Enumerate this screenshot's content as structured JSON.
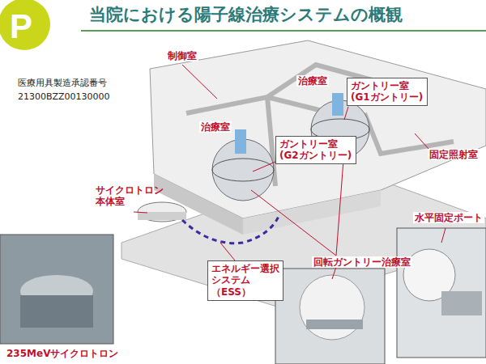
{
  "diagram": {
    "title": "当院における陽子線治療システムの概観",
    "nodes": [
      {
        "text": [
          "ガントリー室 (G1ガントリー)"
        ]
      },
      {
        "text": [
          "ガントリー室 (G2ガントリー)"
        ]
      },
      {
        "text": [
          "エネルギー選択 システム（ESS）"
        ]
      }
    ],
    "labels": [
      "P",
      "医療用具製造承認番号",
      "21300BZZ00130000",
      "制御室",
      "治療室",
      "治療室",
      "固定照射室",
      "サイクロトロン 本体室",
      "水平固定ポート",
      "回転ガントリー治療室",
      "235MeVサイクロトロン"
    ]
  }
}
